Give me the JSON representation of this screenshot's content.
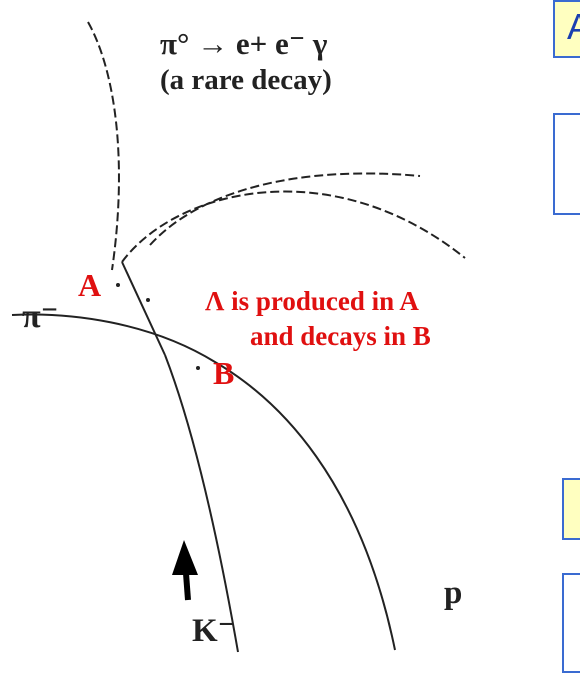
{
  "title": "π° → e+ e⁻ γ",
  "subtitle": "(a rare decay)",
  "labels": {
    "point_a": "A",
    "point_b": "B",
    "pion": "π⁻",
    "proton": "p",
    "kaon": "K⁻"
  },
  "annotation": {
    "line1": "Λ is produced in A",
    "line2": "and decays in B"
  },
  "right_panel": {
    "box1_text": "A"
  },
  "colors": {
    "highlight": "#e01010",
    "track": "#222222",
    "box_border": "#3a6bd1",
    "box_fill": "#ffffc0"
  }
}
